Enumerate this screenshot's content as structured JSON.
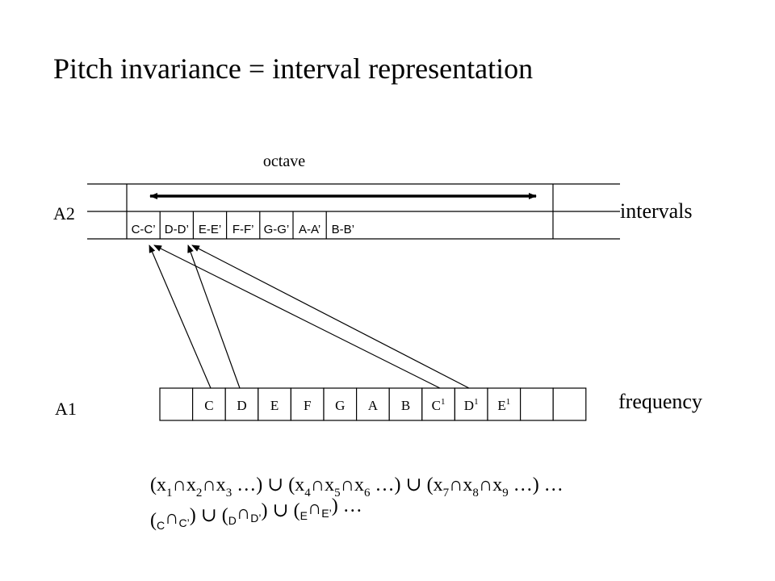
{
  "title": "Pitch invariance = interval representation",
  "octave_label": "octave",
  "a2_label": "A2",
  "a1_label": "A1",
  "intervals_label": "intervals",
  "frequency_label": "frequency",
  "interval_cells": [
    "C-C’",
    "D-D’",
    "E-E’",
    "F-F’",
    "G-G’",
    "A-A’",
    "B-B’"
  ],
  "frequency_cells": [
    {
      "base": "",
      "sup": ""
    },
    {
      "base": "C",
      "sup": ""
    },
    {
      "base": "D",
      "sup": ""
    },
    {
      "base": "E",
      "sup": ""
    },
    {
      "base": "F",
      "sup": ""
    },
    {
      "base": "G",
      "sup": ""
    },
    {
      "base": "A",
      "sup": ""
    },
    {
      "base": "B",
      "sup": ""
    },
    {
      "base": "C",
      "sup": "1"
    },
    {
      "base": "D",
      "sup": "1"
    },
    {
      "base": "E",
      "sup": "1"
    },
    {
      "base": "",
      "sup": ""
    },
    {
      "base": "",
      "sup": ""
    }
  ],
  "formula_line1": [
    {
      "t": "(x"
    },
    {
      "s": "1"
    },
    {
      "t": "∩x"
    },
    {
      "s": "2"
    },
    {
      "t": "∩x"
    },
    {
      "s": "3"
    },
    {
      "t": " …) ∪ (x"
    },
    {
      "s": "4"
    },
    {
      "t": "∩x"
    },
    {
      "s": "5"
    },
    {
      "t": "∩x"
    },
    {
      "s": "6"
    },
    {
      "t": " …) ∪ (x"
    },
    {
      "s": "7"
    },
    {
      "t": "∩x"
    },
    {
      "s": "8"
    },
    {
      "t": "∩x"
    },
    {
      "s": "9"
    },
    {
      "t": " …) …"
    }
  ],
  "formula_line2": [
    {
      "t": "("
    },
    {
      "m": "C"
    },
    {
      "t": "∩"
    },
    {
      "m": "C’"
    },
    {
      "t": ") ∪ ("
    },
    {
      "m": "D"
    },
    {
      "t": "∩"
    },
    {
      "m": "D’"
    },
    {
      "t": ") ∪ ("
    },
    {
      "m": "E"
    },
    {
      "t": "∩"
    },
    {
      "m": "E’"
    },
    {
      "t": ") …"
    }
  ]
}
